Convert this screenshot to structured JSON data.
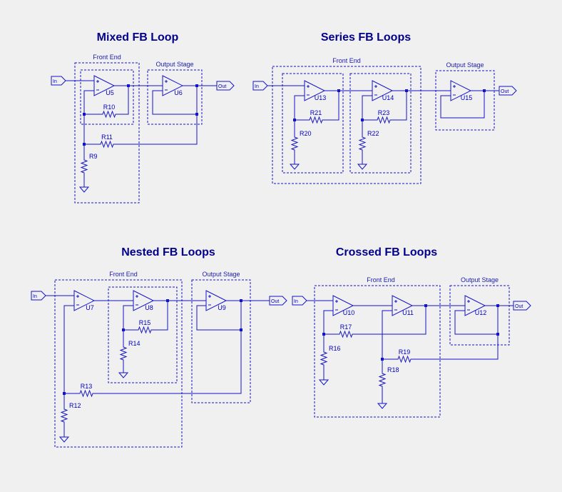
{
  "colors": {
    "background": "#f0f0f0",
    "title": "#00008b",
    "wire": "#1414c8"
  },
  "titles": {
    "mixed": "Mixed FB Loop",
    "series": "Series FB Loops",
    "nested": "Nested FB Loops",
    "crossed": "Crossed FB Loops"
  },
  "blocks": {
    "front_end": "Front End",
    "output_stage": "Output Stage"
  },
  "ports": {
    "in": "In",
    "out": "Out"
  },
  "parts": {
    "U5": "U5",
    "U6": "U6",
    "U7": "U7",
    "U8": "U8",
    "U9": "U9",
    "U10": "U10",
    "U11": "U11",
    "U12": "U12",
    "U13": "U13",
    "U14": "U14",
    "U15": "U15",
    "R9": "R9",
    "R10": "R10",
    "R11": "R11",
    "R12": "R12",
    "R13": "R13",
    "R14": "R14",
    "R15": "R15",
    "R16": "R16",
    "R17": "R17",
    "R18": "R18",
    "R19": "R19",
    "R20": "R20",
    "R21": "R21",
    "R22": "R22",
    "R23": "R23"
  }
}
